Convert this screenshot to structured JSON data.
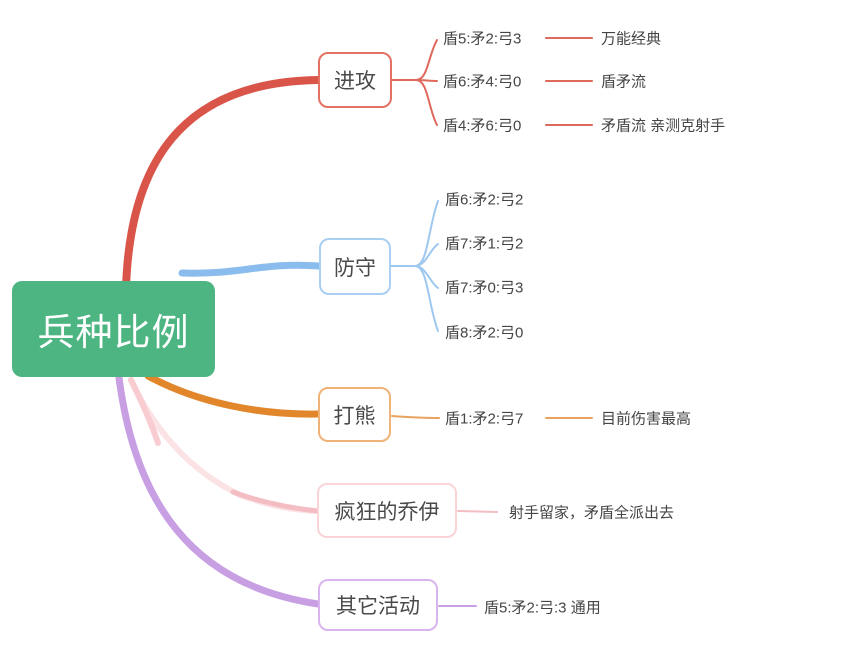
{
  "root": {
    "label": "兵种比例",
    "bg_color": "#4cb582",
    "text_color": "#ffffff"
  },
  "branches": [
    {
      "label": "进攻",
      "curve_color": "#d95549",
      "border_color": "#e57163",
      "children": [
        {
          "label": "盾5:矛2:弓3",
          "note": "万能经典"
        },
        {
          "label": "盾6:矛4:弓0",
          "note": "盾矛流"
        },
        {
          "label": "盾4:矛6:弓0",
          "note": "矛盾流 亲测克射手"
        }
      ]
    },
    {
      "label": "防守",
      "curve_color": "#8abced",
      "border_color": "#a9cff2",
      "children": [
        {
          "label": "盾6:矛2:弓2"
        },
        {
          "label": "盾7:矛1:弓2"
        },
        {
          "label": "盾7:矛0:弓3"
        },
        {
          "label": "盾8:矛2:弓0"
        }
      ]
    },
    {
      "label": "打熊",
      "curve_color": "#e2862c",
      "border_color": "#efb277",
      "children": [
        {
          "label": "盾1:矛2:弓7",
          "note": "目前伤害最高"
        }
      ]
    },
    {
      "label": "疯狂的乔伊",
      "curve_color": "#f4bdc3",
      "border_color": "#f8d4d7",
      "children": [
        {
          "label": "射手留家，矛盾全派出去"
        }
      ]
    },
    {
      "label": "其它活动",
      "curve_color": "#c89fe3",
      "border_color": "#d9b4ee",
      "children": [
        {
          "label": "盾5:矛2:弓:3 通用"
        }
      ]
    }
  ]
}
